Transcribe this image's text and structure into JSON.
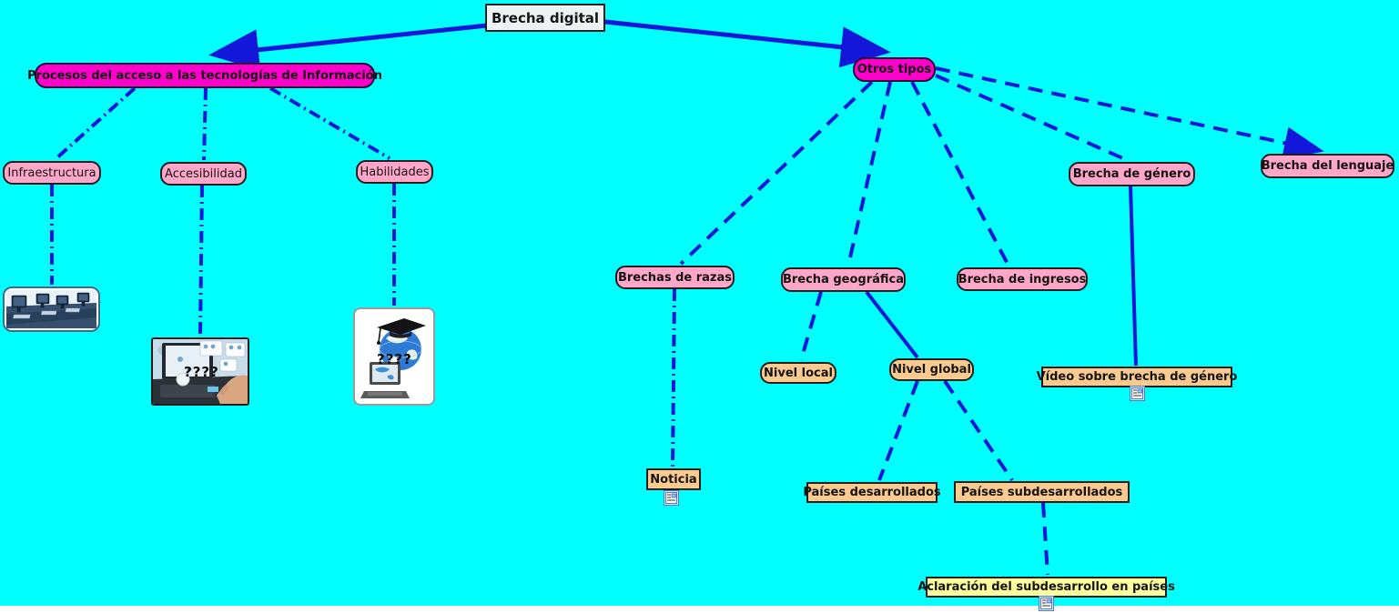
{
  "diagram_title": "Brecha digital",
  "colors": {
    "background": "#00ffff",
    "edge_blue": "#1317d9",
    "root_fill": "#edf3f5",
    "branch_magenta": "#ff00cc",
    "concept_pink": "#ffa6c9",
    "concept_orange": "#fbca8e",
    "concept_yellow": "#ffff9e"
  },
  "nodes": {
    "root": {
      "label": "Brecha digital"
    },
    "procesos": {
      "label": "Procesos del acceso a las tecnologías de Información"
    },
    "otros": {
      "label": "Otros tipos"
    },
    "infraestructura": {
      "label": "Infraestructura"
    },
    "accesibilidad": {
      "label": "Accesibilidad"
    },
    "habilidades": {
      "label": "Habilidades"
    },
    "razas": {
      "label": "Brechas de razas"
    },
    "geografica": {
      "label": "Brecha geográfica"
    },
    "ingresos": {
      "label": "Brecha de ingresos"
    },
    "genero": {
      "label": "Brecha de género"
    },
    "lenguaje": {
      "label": "Brecha del lenguaje"
    },
    "nivel_local": {
      "label": "Nivel local"
    },
    "nivel_global": {
      "label": "Nivel global"
    },
    "video_genero": {
      "label": "Vídeo sobre brecha de género",
      "icon": "document-resource-icon"
    },
    "noticia": {
      "label": "Noticia",
      "icon": "document-resource-icon"
    },
    "paises_desarrollados": {
      "label": "Países desarrollados"
    },
    "paises_subdesarrollados": {
      "label": "Países subdesarrollados"
    },
    "aclaracion": {
      "label": "Aclaración del subdesarrollo en países",
      "icon": "document-resource-icon"
    }
  },
  "images": {
    "infraestructura_photo": {
      "name": "computers-classroom-photo"
    },
    "accesibilidad_photo": {
      "name": "laptop-hand-accessibility-photo",
      "overlay_text": "????"
    },
    "habilidades_photo": {
      "name": "globe-graduation-laptop-photo",
      "overlay_text": "????"
    }
  }
}
